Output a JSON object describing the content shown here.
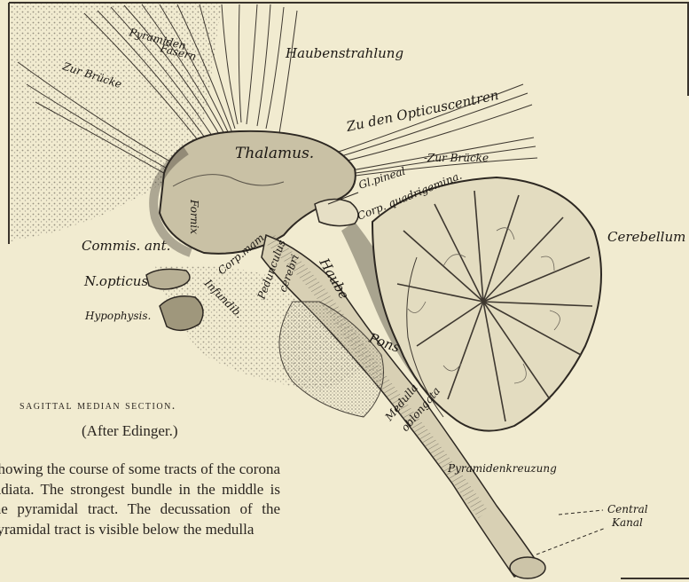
{
  "labels": {
    "pyramiden": "Pyramiden",
    "fasern": "Fasern",
    "haubenstrahlung": "Haubenstrahlung",
    "zur_bruecke_top": "Zur Brücke",
    "opticuscentren": "Zu den Opticuscentren",
    "thalamus": "Thalamus.",
    "zur_bruecke_right": "-Zur Brücke",
    "gl_pineal": "Gl.pineal",
    "corp_quadrigemina": "Corp. quadrigemina.",
    "fornix": "Fornix",
    "cerebellum": "Cerebellum",
    "commis_ant": "Commis. ant.",
    "haube": "Haube",
    "n_opticus": "N.opticus",
    "corp_mam": "Corp.mam.",
    "infundib": "Infundib.",
    "pedunculus": "Pedunculus",
    "cerebri": "cerebri",
    "hypophysis": "Hypophysis.",
    "pons": "Pons",
    "medulla": "Medulla",
    "oblongata": "oblongata",
    "pyramidenkreuzung": "Pyramidenkreuzung",
    "central": "Central",
    "kanal": "Kanal"
  },
  "caption": {
    "title": "SAGITTAL MEDIAN SECTION.",
    "subtitle": "(After Edinger.)",
    "body": "Showing the course of some tracts of the corona radiata. The strongest bundle in the middle is the pyramidal tract. The decussation of the pyramidal tract is visible below the medulla"
  },
  "colors": {
    "paper": "#f1ebd0",
    "ink": "#2a2520",
    "stipple": "#9b9587"
  }
}
